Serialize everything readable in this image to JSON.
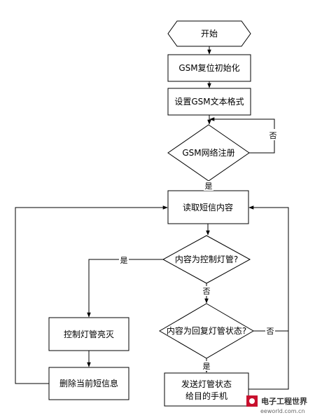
{
  "nodes": {
    "start": "开始",
    "gsm_reset": "GSM复位初始化",
    "text_format": "设置GSM文本格式",
    "network_reg": "GSM网络注册",
    "read_sms": "读取短信内容",
    "is_control": "内容为控制灯管?",
    "is_status": "内容为回复灯管状态?",
    "control_light": "控制灯管亮灭",
    "delete_sms": "删除当前短信息",
    "send_status_line1": "发送灯管状态",
    "send_status_line2": "给目的手机"
  },
  "labels": {
    "no_reg": "否",
    "yes_reg": "是",
    "yes_control": "是",
    "no_control": "否",
    "no_status": "否",
    "yes_status": "是"
  },
  "watermark": {
    "title": "电子工程世界",
    "url": "eeworld.com.cn"
  },
  "colors": {
    "line": "#000000",
    "fill": "#ffffff"
  }
}
